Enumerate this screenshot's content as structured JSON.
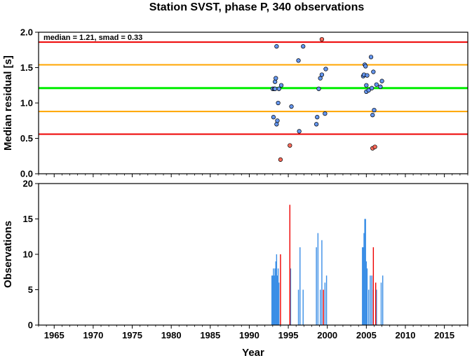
{
  "chart_data": [
    {
      "type": "scatter",
      "title": "Station SVST, phase P, 340 observations",
      "xlabel": "",
      "ylabel": "Median residual [s]",
      "xlim": [
        1963,
        2018
      ],
      "ylim": [
        0.0,
        2.0
      ],
      "yticks": [
        "0.0",
        "0.5",
        "1.0",
        "1.5",
        "2.0"
      ],
      "annotation": "median = 1.21, smad = 0.33",
      "reference_lines": [
        {
          "name": "median",
          "value": 1.21,
          "color": "#00ee00"
        },
        {
          "name": "+1 smad",
          "value": 1.54,
          "color": "#ffa500"
        },
        {
          "name": "-1 smad",
          "value": 0.88,
          "color": "#ffa500"
        },
        {
          "name": "+2 smad",
          "value": 1.86,
          "color": "#ee0000"
        },
        {
          "name": "-2 smad",
          "value": 0.56,
          "color": "#ee0000"
        }
      ],
      "colors": {
        "inside": "#6495ed",
        "outside": "#fa6a5a"
      },
      "series": [
        {
          "color": "#6495ed",
          "points": [
            [
              1993.0,
              1.2
            ],
            [
              1993.1,
              0.8
            ],
            [
              1993.2,
              1.2
            ],
            [
              1993.3,
              1.3
            ],
            [
              1993.3,
              1.2
            ],
            [
              1993.4,
              1.35
            ],
            [
              1993.5,
              0.7
            ],
            [
              1993.5,
              1.8
            ],
            [
              1993.6,
              0.75
            ],
            [
              1993.7,
              1.0
            ],
            [
              1993.8,
              1.2
            ],
            [
              1994.1,
              1.25
            ],
            [
              1995.4,
              0.95
            ],
            [
              1996.3,
              1.6
            ],
            [
              1996.4,
              0.6
            ],
            [
              1996.9,
              1.8
            ],
            [
              1998.6,
              0.7
            ],
            [
              1998.7,
              0.8
            ],
            [
              1998.9,
              1.2
            ],
            [
              1999.1,
              1.35
            ],
            [
              1999.3,
              1.4
            ],
            [
              1999.7,
              0.85
            ],
            [
              1999.8,
              1.48
            ],
            [
              2004.6,
              1.38
            ],
            [
              2004.7,
              1.4
            ],
            [
              2004.8,
              1.54
            ],
            [
              2004.9,
              1.52
            ],
            [
              2005.0,
              1.25
            ],
            [
              2005.0,
              1.16
            ],
            [
              2005.1,
              1.39
            ],
            [
              2005.3,
              1.18
            ],
            [
              2005.6,
              1.65
            ],
            [
              2005.7,
              1.21
            ],
            [
              2005.8,
              0.83
            ],
            [
              2005.9,
              1.44
            ],
            [
              2006.0,
              0.9
            ],
            [
              2006.3,
              1.26
            ],
            [
              2006.8,
              1.23
            ],
            [
              2007.0,
              1.31
            ]
          ]
        },
        {
          "color": "#fa6a5a",
          "points": [
            [
              1994.0,
              0.2
            ],
            [
              1995.2,
              0.4
            ],
            [
              1999.3,
              1.9
            ],
            [
              2005.8,
              0.36
            ],
            [
              2006.1,
              0.38
            ]
          ]
        }
      ]
    },
    {
      "type": "bar",
      "xlabel": "Year",
      "ylabel": "Observations",
      "xlim": [
        1963,
        2018
      ],
      "ylim": [
        0,
        20
      ],
      "yticks": [
        "0",
        "5",
        "10",
        "15",
        "20"
      ],
      "xticks": [
        "1965",
        "1970",
        "1975",
        "1980",
        "1985",
        "1990",
        "1995",
        "2000",
        "2005",
        "2010",
        "2015"
      ],
      "series": [
        {
          "color": "#3a8ee6",
          "bars": [
            [
              1992.9,
              7
            ],
            [
              1993.0,
              7
            ],
            [
              1993.1,
              8
            ],
            [
              1993.2,
              7
            ],
            [
              1993.3,
              8
            ],
            [
              1993.4,
              9
            ],
            [
              1993.5,
              10
            ],
            [
              1993.6,
              7
            ],
            [
              1993.7,
              8
            ],
            [
              1993.8,
              6
            ],
            [
              1995.3,
              8
            ],
            [
              1996.3,
              5
            ],
            [
              1996.5,
              11
            ],
            [
              1996.9,
              5
            ],
            [
              1998.6,
              11
            ],
            [
              1998.8,
              13
            ],
            [
              1999.1,
              5
            ],
            [
              1999.3,
              12
            ],
            [
              1999.7,
              6
            ],
            [
              1999.9,
              7
            ],
            [
              2004.5,
              11
            ],
            [
              2004.6,
              11
            ],
            [
              2004.7,
              13
            ],
            [
              2004.8,
              15
            ],
            [
              2004.9,
              15
            ],
            [
              2005.0,
              9
            ],
            [
              2005.1,
              8
            ],
            [
              2005.3,
              5
            ],
            [
              2005.5,
              7
            ],
            [
              2005.7,
              7
            ],
            [
              2005.9,
              5
            ],
            [
              2006.3,
              5
            ],
            [
              2006.9,
              6
            ],
            [
              2007.1,
              7
            ]
          ]
        },
        {
          "color": "#ee0000",
          "bars": [
            [
              1994.0,
              10
            ],
            [
              1995.2,
              17
            ],
            [
              1999.5,
              5
            ],
            [
              2005.9,
              11
            ],
            [
              2006.2,
              6
            ]
          ]
        }
      ]
    }
  ]
}
